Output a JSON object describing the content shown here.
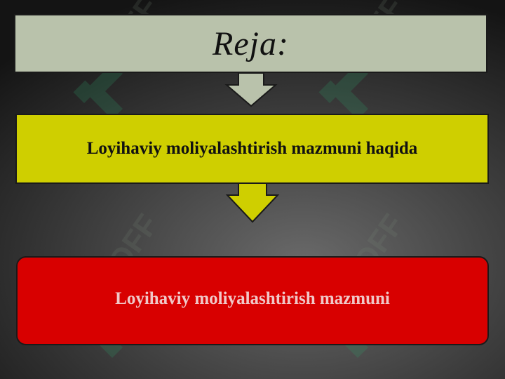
{
  "slide": {
    "title": "Reja:",
    "item_1": "Loyihaviy moliyalashtirish mazmuni haqida",
    "item_2": "Loyihaviy moliyalashtirish mazmuni"
  },
  "watermark": {
    "text": "SOFF"
  },
  "colors": {
    "title_box": "#b9c2ab",
    "item_1_box": "#cfcf00",
    "item_2_box": "#d80000",
    "item_2_text": "#f0c8c8"
  }
}
